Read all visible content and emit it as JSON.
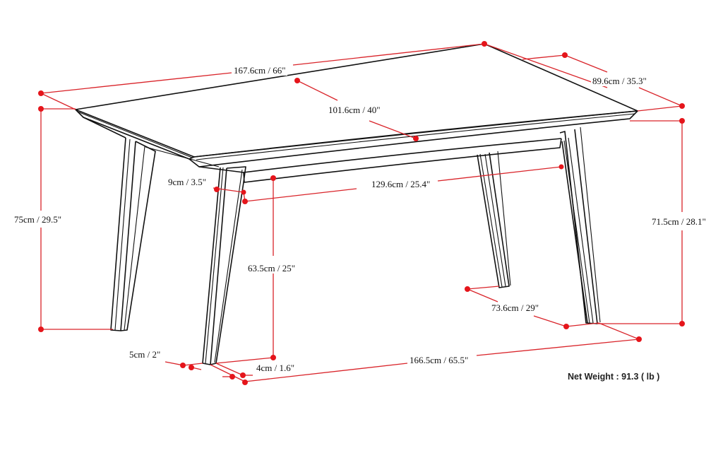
{
  "diagram": {
    "subject": "table-dimension-drawing",
    "colors": {
      "dimension_line": "#d9242a",
      "dimension_dot": "#e5151b",
      "outline": "#111111",
      "background": "#ffffff"
    },
    "dimensions": {
      "top_length": "167.6cm / 66\"",
      "top_depth": "89.6cm / 35.3\"",
      "top_width_center": "101.6cm / 40\"",
      "apron_height": "9cm / 3.5\"",
      "apron_length": "129.6cm / 25.4\"",
      "total_height": "75cm / 29.5\"",
      "height_to_top_edge": "71.5cm / 28.1\"",
      "apron_clearance": "63.5cm / 25\"",
      "leg_depth_spread": "73.6cm / 29\"",
      "leg_width": "5cm / 2\"",
      "leg_thickness": "4cm / 1.6\"",
      "leg_length_spread": "166.5cm / 65.5\""
    },
    "net_weight": "Net Weight : 91.3 ( lb )"
  }
}
